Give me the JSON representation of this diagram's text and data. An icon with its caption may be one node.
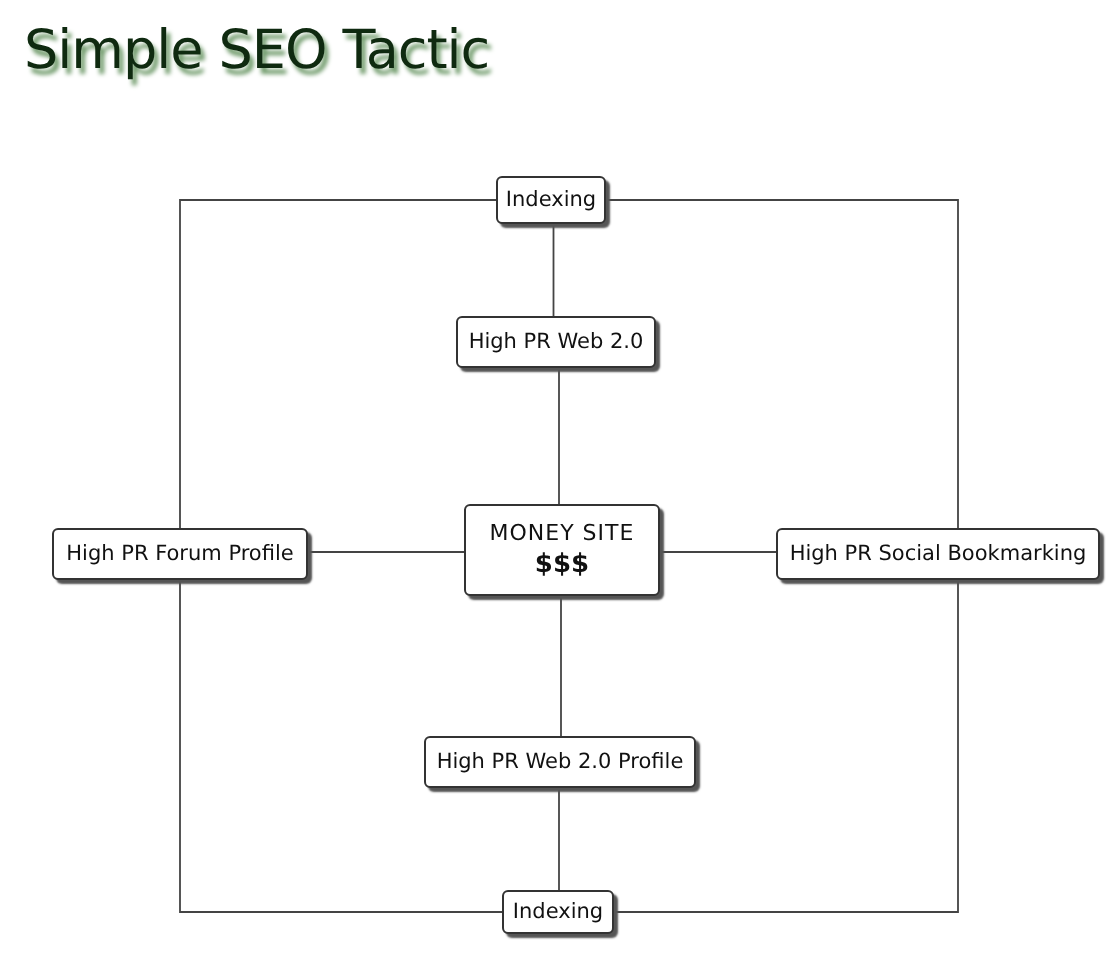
{
  "diagram": {
    "title": "Simple SEO Tactic",
    "nodes": [
      {
        "text": [
          "Indexing"
        ]
      },
      {
        "text": [
          "High PR Web 2.0"
        ]
      },
      {
        "text": [
          "High PR Forum Profile"
        ]
      },
      {
        "text": [
          "MONEY SITE",
          "$$$"
        ]
      },
      {
        "text": [
          "High PR Social Bookmarking"
        ]
      },
      {
        "text": [
          "High PR Web 2.0 Profile"
        ]
      },
      {
        "text": [
          "Indexing"
        ]
      }
    ],
    "edges": [
      {
        "from": 0,
        "to": 1,
        "arrow": "none"
      },
      {
        "from": 1,
        "to": 3,
        "arrow": "none"
      },
      {
        "from": 2,
        "to": 3,
        "arrow": "none"
      },
      {
        "from": 3,
        "to": 4,
        "arrow": "none"
      },
      {
        "from": 3,
        "to": 5,
        "arrow": "none"
      },
      {
        "from": 5,
        "to": 6,
        "arrow": "none"
      },
      {
        "from": 0,
        "to": 2,
        "arrow": "none"
      },
      {
        "from": 0,
        "to": 4,
        "arrow": "none"
      },
      {
        "from": 2,
        "to": 6,
        "arrow": "none"
      },
      {
        "from": 4,
        "to": 6,
        "arrow": "none"
      }
    ]
  }
}
